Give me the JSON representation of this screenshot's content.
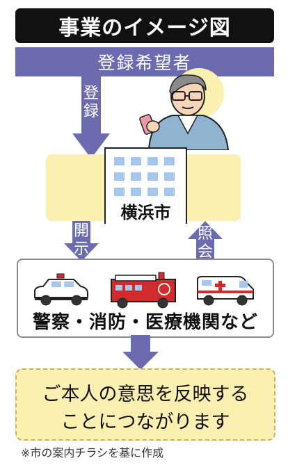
{
  "title": "事業のイメージ図",
  "top_banner": "登録希望者",
  "arrows": {
    "register": "登録",
    "disclose": "開示",
    "inquire": "照会"
  },
  "city": "横浜市",
  "agencies": {
    "label": "警察・消防・医療機関など",
    "vehicles": [
      "police-car",
      "fire-truck",
      "ambulance"
    ]
  },
  "outcome": {
    "line1": "ご本人の意思を反映する",
    "line2": "ことにつながります"
  },
  "footnote": "※市の案内チラシを基に作成",
  "colors": {
    "accent_purple": "#6d6bb0",
    "highlight_yellow": "#fbefb1",
    "fire_red": "#d22b2b",
    "window_blue": "#a7c6ee"
  }
}
